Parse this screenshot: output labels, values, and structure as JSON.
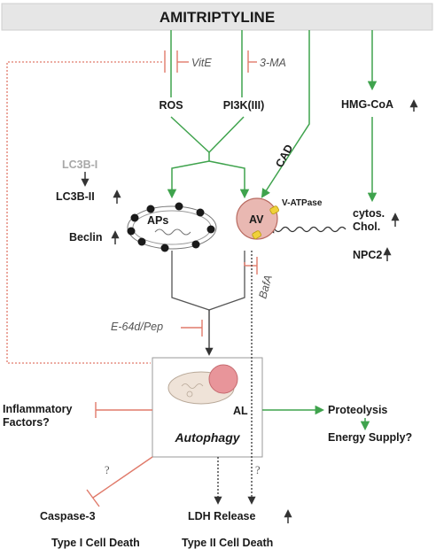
{
  "title": "AMITRIPTYLINE",
  "inhibitors": {
    "vite": "VitE",
    "ma3": "3-MA",
    "bafa": "BafA",
    "e64d": "E-64d/Pep"
  },
  "nodes": {
    "ros": "ROS",
    "pi3k": "PI3K(III)",
    "hmgcoa": "HMG-CoA",
    "cad": "CAD",
    "lc3bi": "LC3B-I",
    "lc3bii": "LC3B-II",
    "beclin": "Beclin",
    "aps": "APs",
    "av": "AV",
    "vatpase": "V-ATPase",
    "cytos": "cytos.",
    "chol": "Chol.",
    "npc2": "NPC2",
    "al": "AL",
    "autophagy": "Autophagy",
    "inflammatory": "Inflammatory",
    "factors": "Factors?",
    "proteolysis": "Proteolysis",
    "energy": "Energy Supply?",
    "caspase": "Caspase-3",
    "ldh": "LDH Release",
    "type1": "Type I Cell Death",
    "type2": "Type II Cell Death",
    "q": "?"
  },
  "colors": {
    "activation": "#3fa34d",
    "inhibition": "#e07a6a",
    "neutral": "#555555",
    "av_fill": "#e9b8b2",
    "av_stroke": "#b86a60",
    "vatpase_fill": "#f0d13a",
    "title_bar": "#e6e6e6"
  }
}
